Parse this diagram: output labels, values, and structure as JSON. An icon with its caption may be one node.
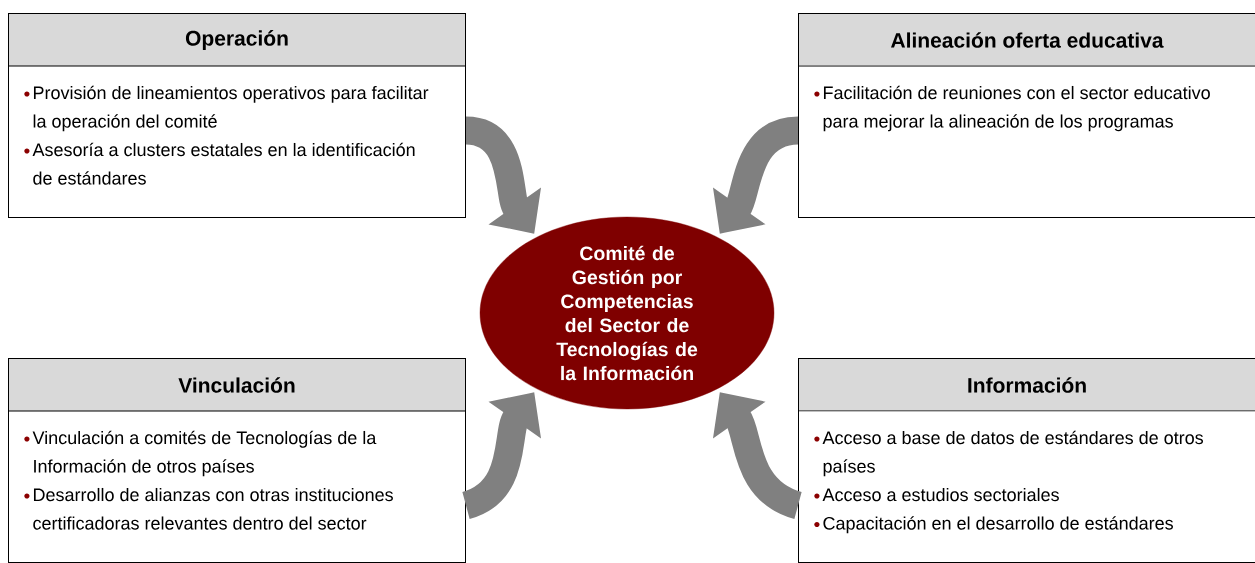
{
  "diagram": {
    "nodes": [
      {
        "text": [
          "Operación",
          "Provisión de lineamientos operativos para facilitar la operación del comité",
          "Asesoría a clusters estatales en la identificación de estándares"
        ]
      },
      {
        "text": [
          "Alineación oferta educativa",
          "Facilitación de reuniones con el sector educativo para mejorar la alineación de los programas"
        ]
      },
      {
        "text": [
          "Comité de Gestión por Competencias del Sector de Tecnologías de la Información"
        ]
      },
      {
        "text": [
          "Vinculación",
          "Vinculación a comités de Tecnologías de la Información de otros países",
          "Desarrollo de alianzas con otras instituciones certificadoras relevantes dentro del sector"
        ]
      },
      {
        "text": [
          "Información",
          "Acceso a base de datos de estándares de otros países",
          "Acceso a estudios sectoriales",
          "Capacitación en el desarrollo de estándares"
        ]
      }
    ],
    "edges": [
      {
        "from": 0,
        "to": 2,
        "arrow": "to"
      },
      {
        "from": 1,
        "to": 2,
        "arrow": "to"
      },
      {
        "from": 3,
        "to": 2,
        "arrow": "to"
      },
      {
        "from": 4,
        "to": 2,
        "arrow": "to"
      }
    ]
  }
}
